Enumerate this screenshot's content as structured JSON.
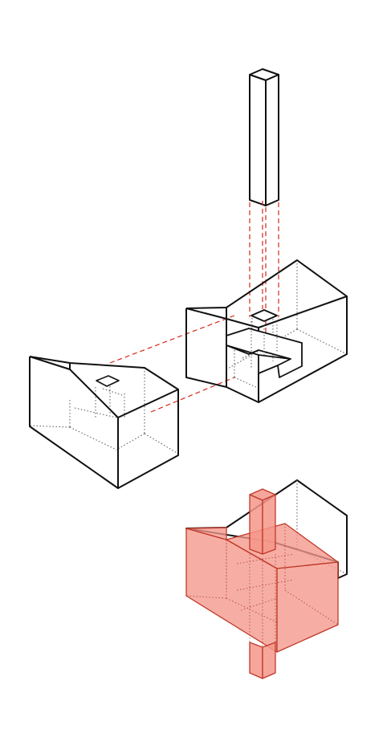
{
  "diagram": {
    "components": [
      {
        "id": "column",
        "label": ""
      },
      {
        "id": "upper-block",
        "label": ""
      },
      {
        "id": "lower-block",
        "label": ""
      },
      {
        "id": "assembled-volume",
        "label": ""
      }
    ],
    "colors": {
      "stroke": "#111111",
      "hidden_line": "#555555",
      "guide_line": "#d62718",
      "assembled_fill": "#f4978a",
      "assembled_stroke": "#c0392b",
      "background": "#ffffff"
    },
    "line_styles": {
      "visible": "solid",
      "hidden": "dotted",
      "guides": "dashed"
    }
  }
}
